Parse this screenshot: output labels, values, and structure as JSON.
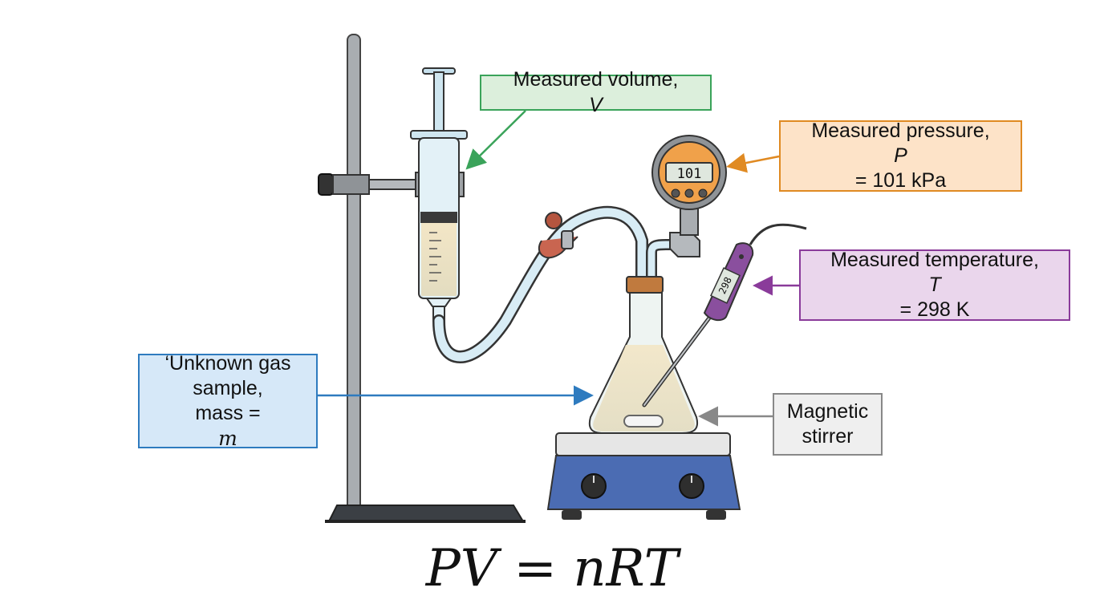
{
  "labels": {
    "volume": {
      "text": "Measured volume, ",
      "var": "V"
    },
    "pressure": {
      "line1": "Measured pressure,",
      "var": "P",
      "rest": " = 101 kPa"
    },
    "temperature": {
      "line1": "Measured temperature,",
      "var": "T",
      "rest": " = 298 K"
    },
    "gas": {
      "line1": "‘Unknown gas",
      "line2": "sample,",
      "line3": "mass = ",
      "var": "m"
    },
    "stirrer": {
      "line1": "Magnetic",
      "line2": "stirrer"
    }
  },
  "gauge_display": "101",
  "thermometer_display": "298",
  "equation": "PV = nRT",
  "colors": {
    "volume": "#3aa35a",
    "pressure": "#e08a22",
    "temperature": "#8a3b9a",
    "gas": "#2e7bbf",
    "stirrer": "#888888"
  }
}
